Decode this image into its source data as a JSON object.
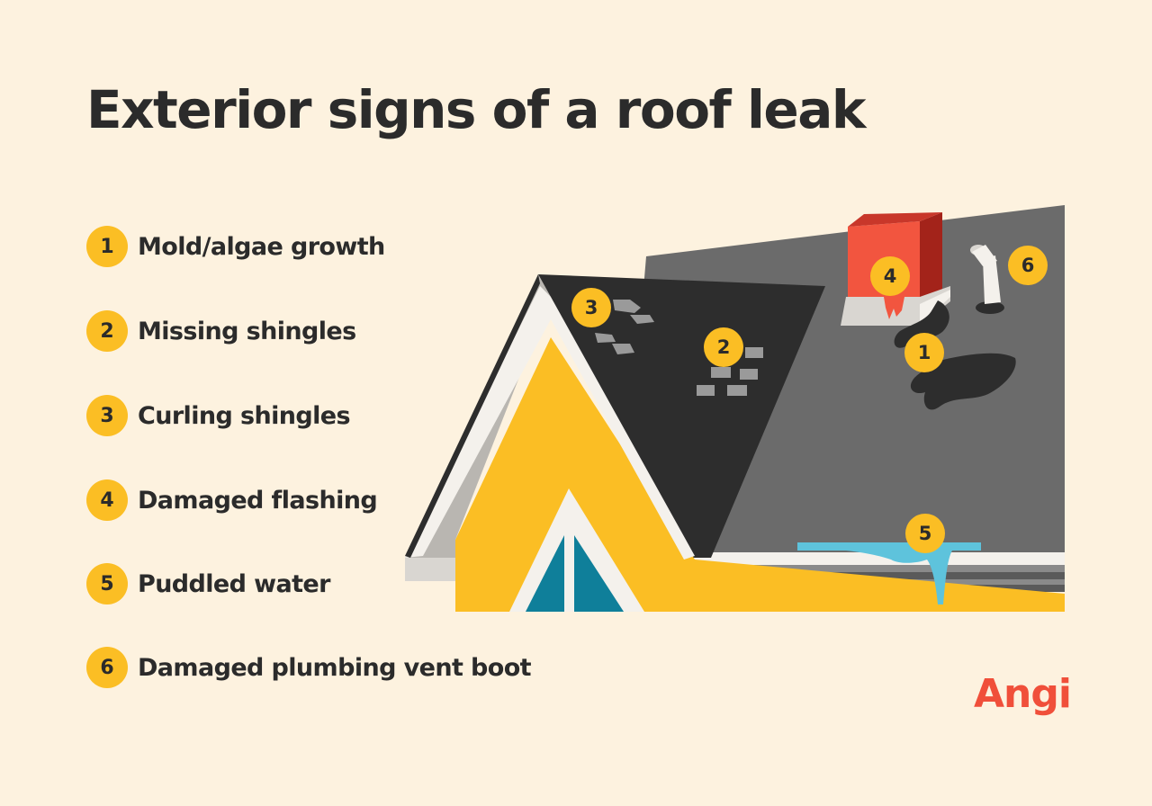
{
  "title": "Exterior signs of a roof leak",
  "legend": [
    {
      "num": "1",
      "label": "Mold/algae growth"
    },
    {
      "num": "2",
      "label": "Missing shingles"
    },
    {
      "num": "3",
      "label": "Curling shingles"
    },
    {
      "num": "4",
      "label": "Damaged flashing"
    },
    {
      "num": "5",
      "label": "Puddled water"
    },
    {
      "num": "6",
      "label": "Damaged plumbing vent boot"
    }
  ],
  "markers": {
    "m1": "1",
    "m2": "2",
    "m3": "3",
    "m4": "4",
    "m5": "5",
    "m6": "6"
  },
  "logo": "Angi",
  "colors": {
    "background": "#fdf2df",
    "badge": "#fbbe24",
    "text": "#2b2b2b",
    "roof_dark": "#2d2d2d",
    "roof_gray": "#6b6b6b",
    "wall_yellow": "#fbbe24",
    "chimney_red": "#f2553f",
    "water_blue": "#5ec3dc",
    "window_teal": "#0f7f9a",
    "brand": "#f04f3a"
  }
}
